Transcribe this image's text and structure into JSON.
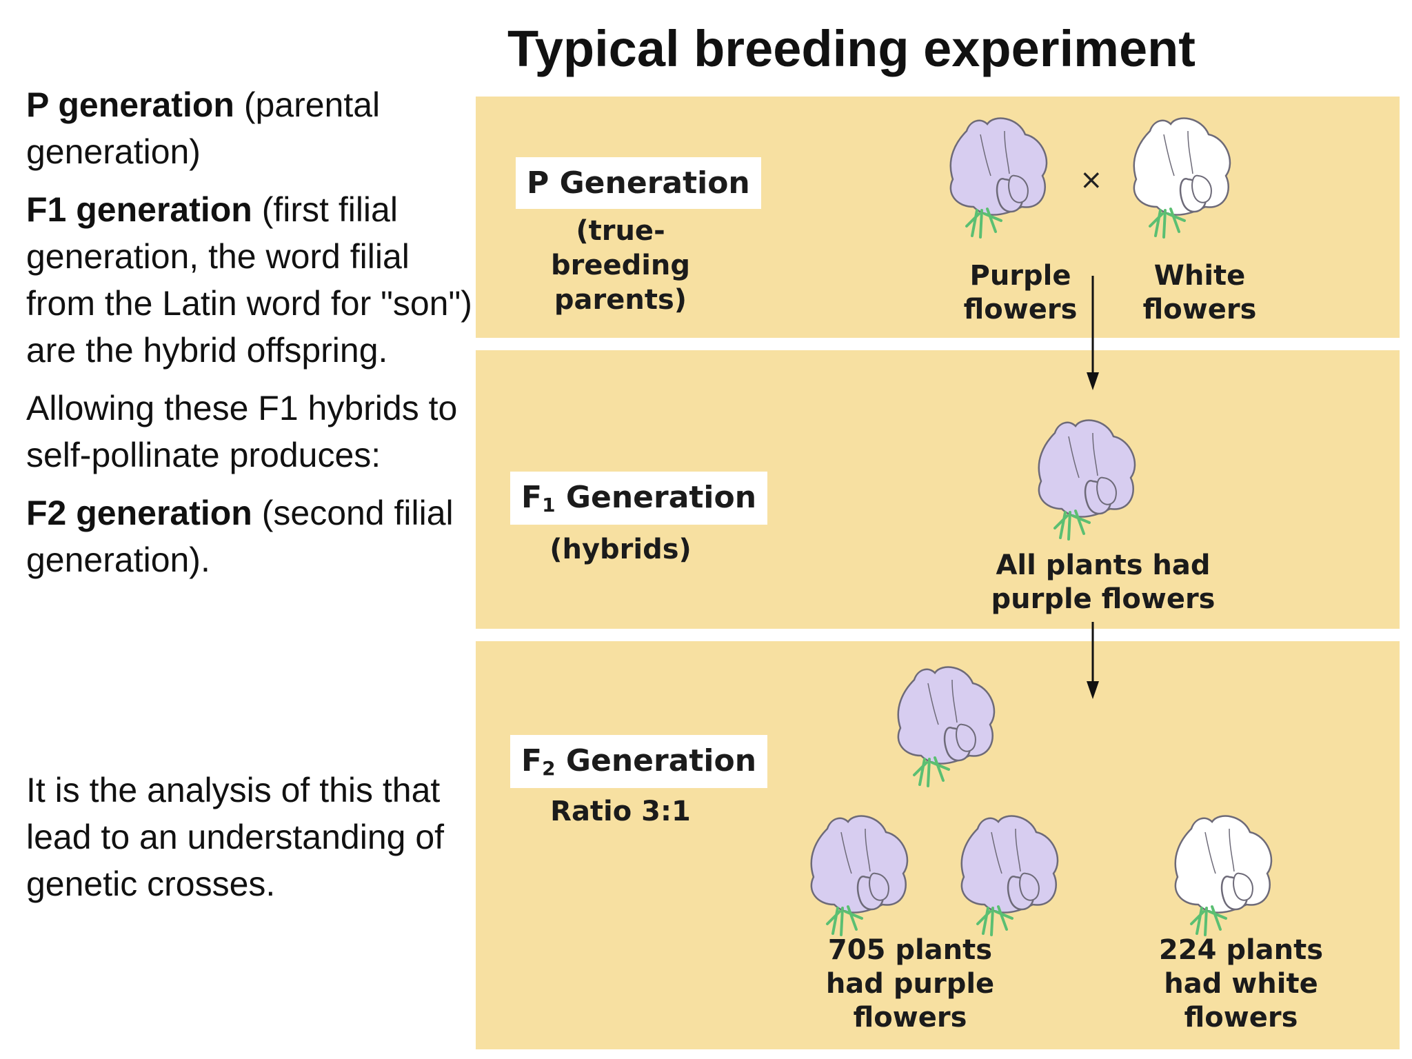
{
  "title": "Typical breeding experiment",
  "notes": {
    "p_term": "P generation",
    "p_desc": " (parental generation)",
    "f1_term": "F1 generation",
    "f1_desc": " (first filial generation, the word filial from the Latin word for \"son\") are the hybrid offspring.",
    "allow": "Allowing these F1 hybrids to self-pollinate produces:",
    "f2_term": "F2 generation",
    "f2_desc": " (second filial generation).",
    "analysis": "It is the analysis of this that lead to an understanding of genetic crosses."
  },
  "diagram": {
    "p_label": "P Generation",
    "p_sub": "(true-breeding parents)",
    "f1_label_letter": "F",
    "f1_label_num": "1",
    "f1_label_word": " Generation",
    "f1_sub": "(hybrids)",
    "f2_label_letter": "F",
    "f2_label_num": "2",
    "f2_label_word": " Generation",
    "f2_sub": "Ratio 3:1",
    "cross_symbol": "×",
    "purple_caption": "Purple flowers",
    "white_caption": "White flowers",
    "f1_caption": "All plants had purple flowers",
    "f2_purple_caption": "705 plants had purple flowers",
    "f2_white_caption": "224 plants had white flowers"
  },
  "colors": {
    "panel": "#f7e0a1",
    "purple_flower": "#d7cdf0",
    "white_flower": "#ffffff",
    "stem": "#5bbf72"
  },
  "icons": [
    "flower-icon",
    "arrow-down-icon"
  ]
}
